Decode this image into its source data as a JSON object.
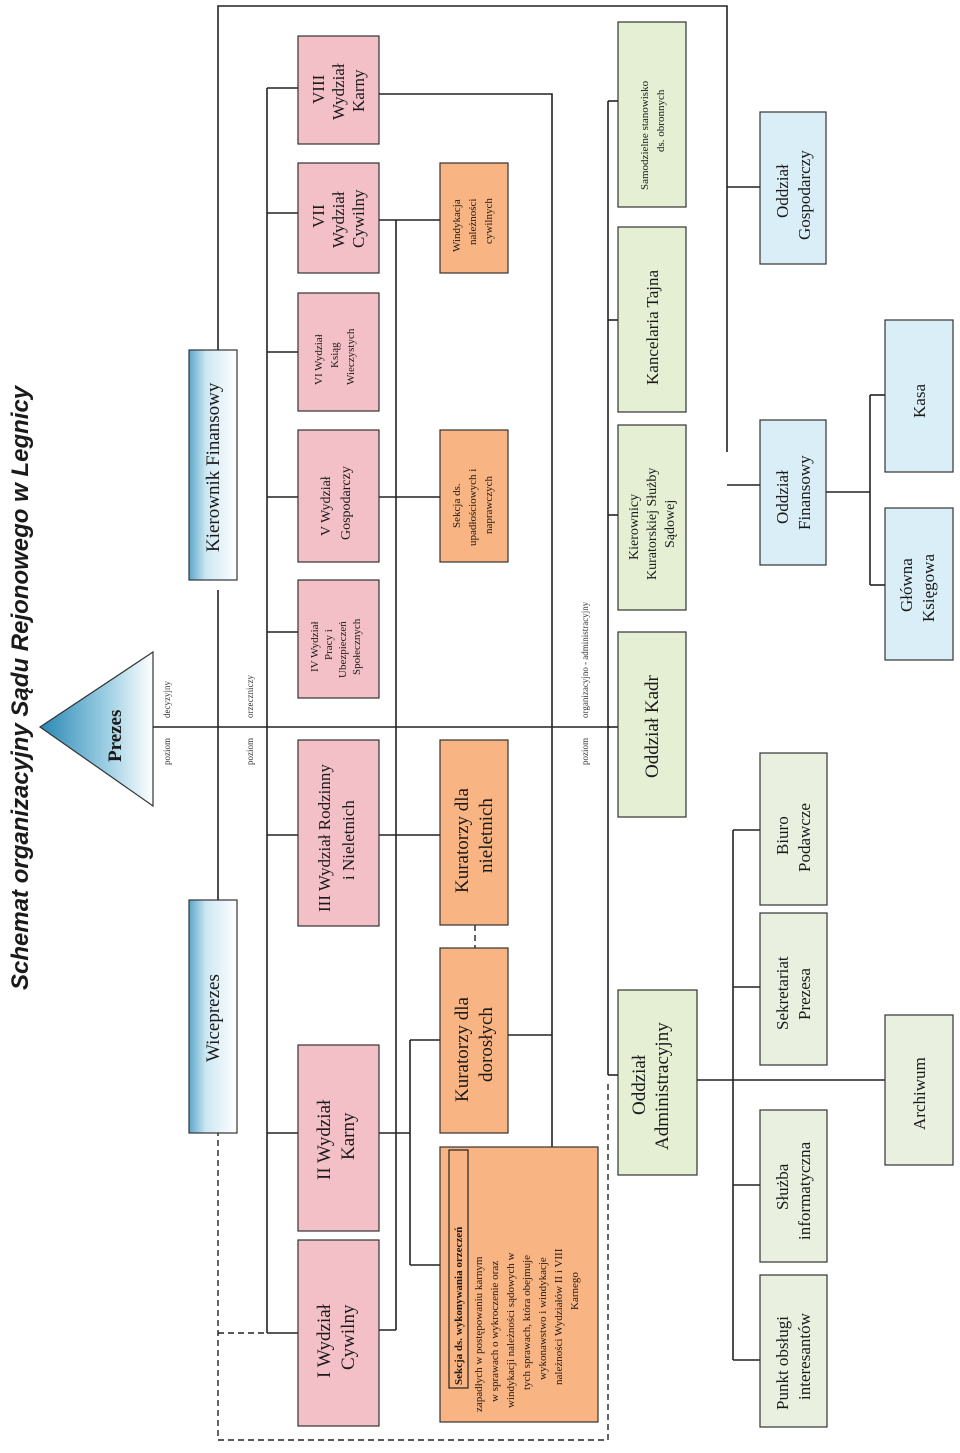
{
  "title": "Schemat organizacyjny Sądu Rejonowego w Legnicy",
  "colors": {
    "pink": "#f2c0c6",
    "orange": "#f8b482",
    "green": "#e5efd3",
    "lightgreen": "#e9f0df",
    "blue": "#daeef7",
    "blue_accent": "#5aa7c8"
  },
  "levels": {
    "decisive": [
      "poziom",
      "decyzyjny"
    ],
    "judicial": [
      "poziom",
      "orzeczniczy"
    ],
    "organizational": [
      "poziom",
      "organizacyjno - administracyjny"
    ]
  },
  "prezes": "Prezes",
  "wiceprezes": "Wiceprezes",
  "kierownik": "Kierownik Finansowy",
  "divisions": {
    "d1": [
      "I Wydział",
      "Cywilny"
    ],
    "d2": [
      "II Wydział",
      "Karny"
    ],
    "d3": [
      "III Wydział Rodzinny",
      "i Nieletnich"
    ],
    "d4": [
      "IV Wydział",
      "Pracy i",
      "Ubezpieczeń",
      "Społecznych"
    ],
    "d5": [
      "V Wydział",
      "Gospodarczy"
    ],
    "d6": [
      "VI Wydział",
      "Ksiąg",
      "Wieczystych"
    ],
    "d7": [
      "VII",
      "Wydział",
      "Cywilny"
    ],
    "d8": [
      "VIII",
      "Wydział",
      "Karny"
    ]
  },
  "sections": {
    "sekcja_title": "Sekcja ds. wykonywania orzeczeń",
    "sekcja_lines": [
      "zapadłych w postępowaniu karnym",
      "w sprawach o wykroczenie oraz",
      "windykacji należności sądowych w",
      "tych sprawach, która obejmuje",
      "wykonawstwo i windykacje",
      "należności Wydziałów II i VIII",
      "Karnego"
    ],
    "kuratorzy_doroslych": [
      "Kuratorzy dla",
      "dorosłych"
    ],
    "kuratorzy_nieletnich": [
      "Kuratorzy dla",
      "nieletnich"
    ],
    "sekcja_upadlosciowych": [
      "Sekcja ds.",
      "upadłościowych i",
      "naprawczych"
    ],
    "windykacja": [
      "Windykacja",
      "należności",
      "cywilnych"
    ]
  },
  "admin": {
    "oddzial_administracyjny": [
      "Oddział",
      "Administracyjny"
    ],
    "oddzial_kadr": "Oddział Kadr",
    "kierownicy_kuratorskiej": [
      "Kierownicy",
      "Kuratorskiej Służby",
      "Sądowej"
    ],
    "kancelaria_tajna": "Kancelaria Tajna",
    "samodzielne": [
      "Samodzielne stanowisko",
      "ds. obronnych"
    ],
    "punkt_obslugi": [
      "Punkt obsługi",
      "interesantów"
    ],
    "sluzba_informatyczna": [
      "Służba",
      "informatyczna"
    ],
    "sekretariat": [
      "Sekretariat",
      "Prezesa"
    ],
    "biuro": [
      "Biuro",
      "Podawcze"
    ],
    "archiwum": "Archiwum",
    "oddzial_finansowy": [
      "Oddział",
      "Finansowy"
    ],
    "oddzial_gospodarczy": [
      "Oddział",
      "Gospodarczy"
    ],
    "glowna_ksiegowa": [
      "Główna",
      "Księgowa"
    ],
    "kasa": "Kasa"
  }
}
